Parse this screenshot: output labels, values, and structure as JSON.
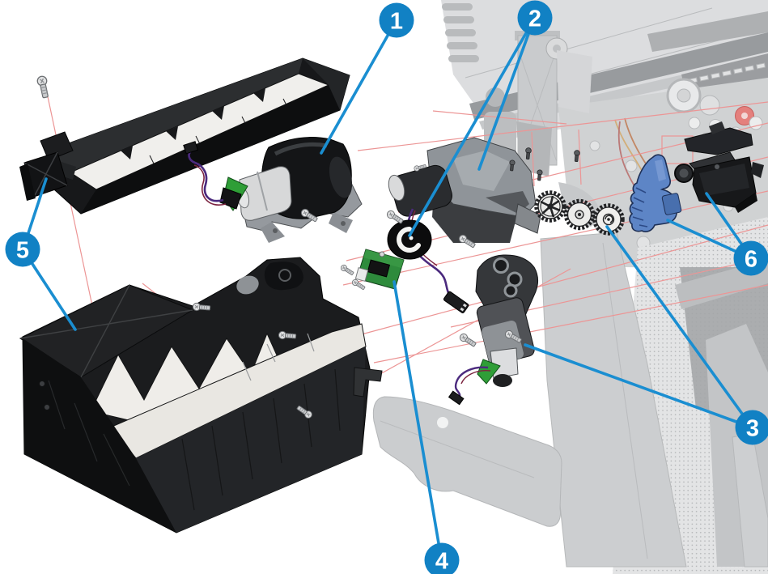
{
  "diagram": {
    "type": "exploded-parts-illustration",
    "callouts": [
      {
        "label": "1"
      },
      {
        "label": "2"
      },
      {
        "label": "3"
      },
      {
        "label": "4"
      },
      {
        "label": "5"
      },
      {
        "label": "6"
      }
    ],
    "colors": {
      "callout_fill": "#1181c4",
      "callout_text": "#ffffff",
      "leader": "#1a8ed1",
      "alignment_line": "#ec9595",
      "lever_blue": "#5d85c6",
      "pcb_green": "#2e8b3c",
      "motor_wedge_green": "#2f9e37",
      "wire_purple": "#4b2a7e",
      "wire_maroon": "#7c2440",
      "highlight_gear_red": "#e4807d",
      "machine_gray": "#cdcfd1",
      "part_black": "#1a1b1d"
    }
  }
}
